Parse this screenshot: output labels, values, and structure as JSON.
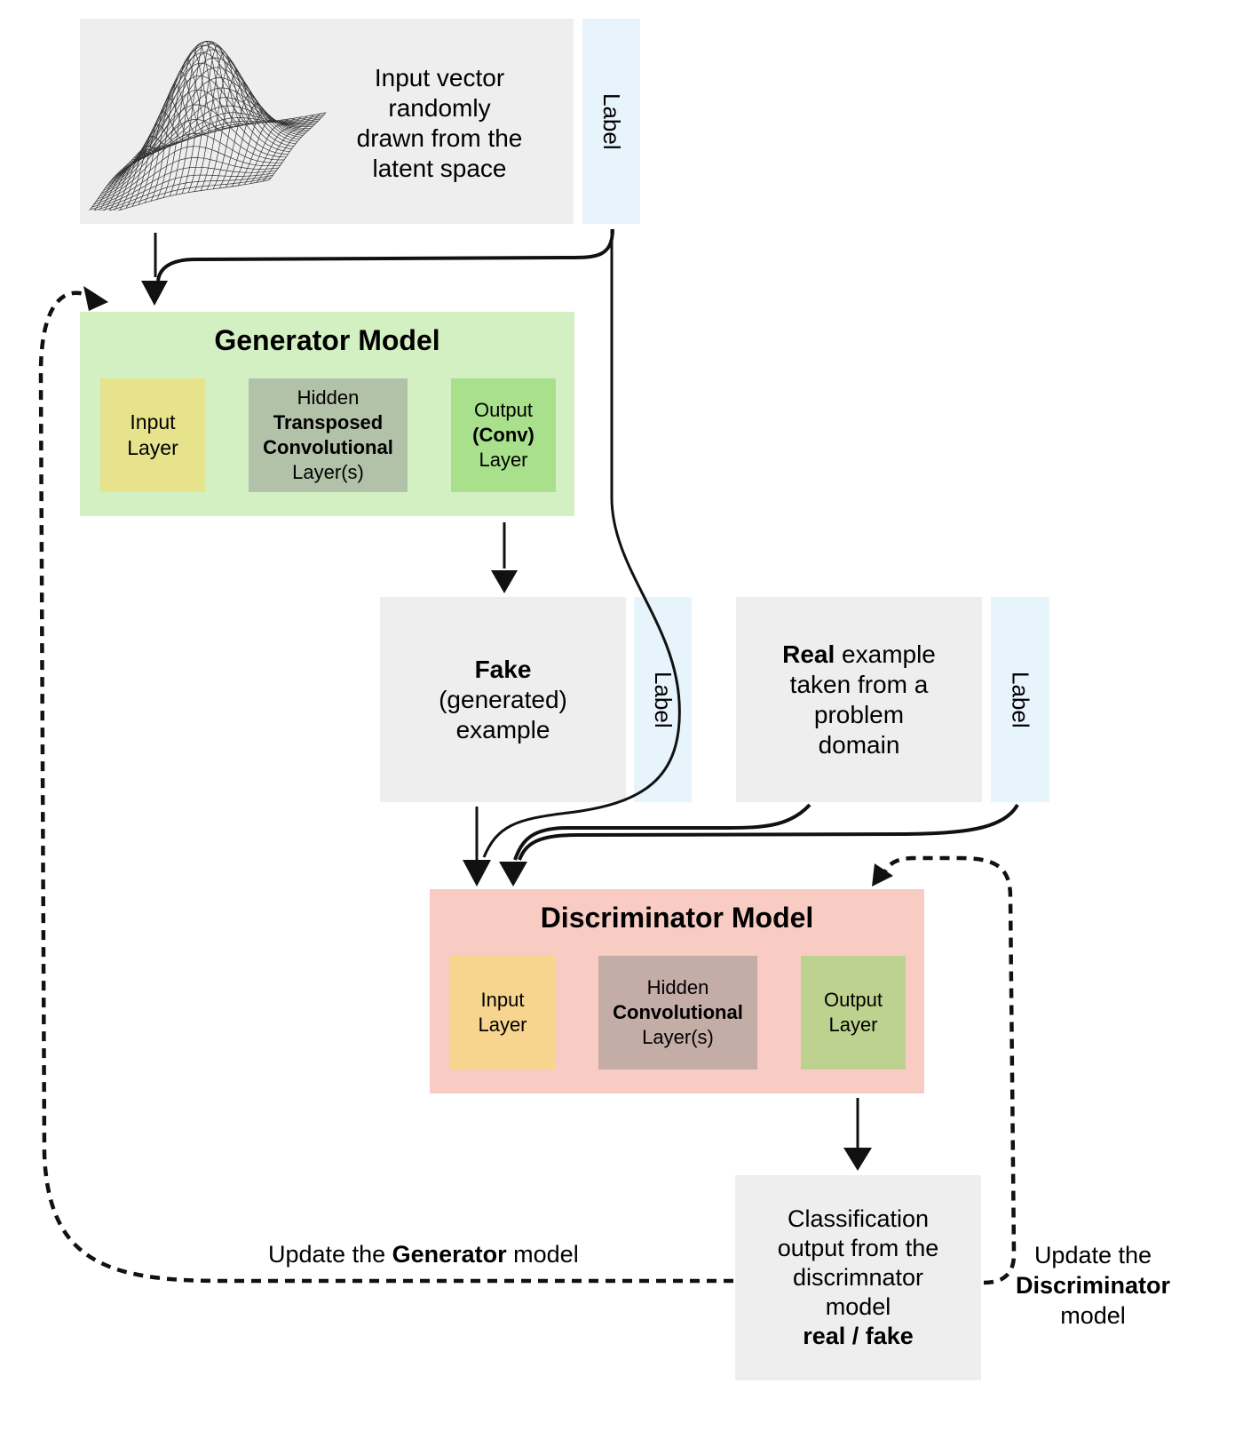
{
  "latent": {
    "text_lines": [
      "Input vector",
      "randomly",
      "drawn from the",
      "latent space"
    ],
    "label": "Label",
    "icon": "gaussian-surface-icon"
  },
  "generator": {
    "title": "Generator Model",
    "input_layer": [
      "Input",
      "Layer"
    ],
    "hidden_layer": {
      "line1": "Hidden",
      "bold1": "Transposed",
      "bold2": "Convolutional",
      "line4": "Layer(s)"
    },
    "output_layer": {
      "line1": "Output",
      "bold": "(Conv)",
      "line3": "Layer"
    }
  },
  "fake": {
    "bold": "Fake",
    "line2": "(generated)",
    "line3": "example",
    "label": "Label"
  },
  "real": {
    "bold": "Real",
    "line1_rest": " example",
    "line2": "taken from a",
    "line3": "problem",
    "line4": "domain",
    "label": "Label"
  },
  "discriminator": {
    "title": "Discriminator Model",
    "input_layer": [
      "Input",
      "Layer"
    ],
    "hidden_layer": {
      "line1": "Hidden",
      "bold": "Convolutional",
      "line3": "Layer(s)"
    },
    "output_layer": [
      "Output",
      "Layer"
    ]
  },
  "classification": {
    "lines": [
      "Classification",
      "output from the",
      "discrimnator",
      "model"
    ],
    "bold": "real / fake"
  },
  "captions": {
    "update_generator": {
      "pre": "Update the ",
      "bold": "Generator",
      "post": " model"
    },
    "update_discriminator": {
      "line1": "Update the",
      "bold": "Discriminator",
      "line3": "model"
    }
  },
  "colors": {
    "generator_bg": "#d3f0c3",
    "gen_input": "#e6e38c",
    "gen_hidden": "#b2c2a9",
    "gen_output": "#a8e08c",
    "disc_bg": "#f8cbc3",
    "disc_input": "#f8d58e",
    "disc_hidden": "#c4aca7",
    "disc_output": "#bdd28e",
    "gray_box": "#eeeeee",
    "label_box": "#e8f4fc"
  }
}
